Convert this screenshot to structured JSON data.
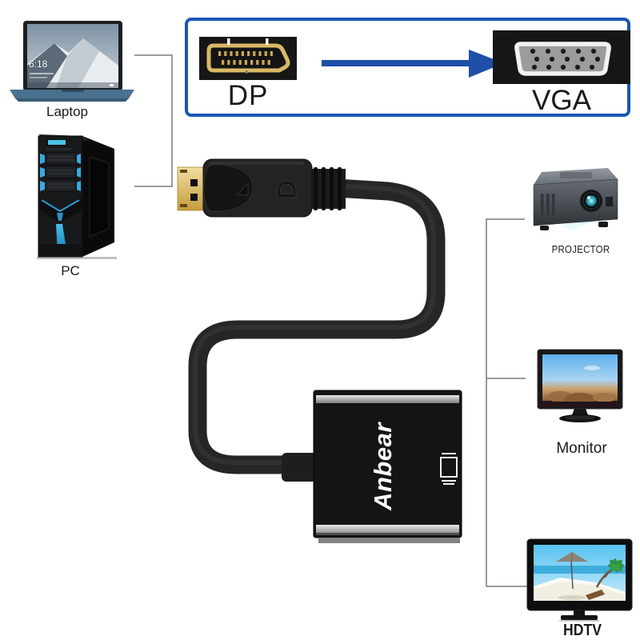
{
  "banner": {
    "source_label": "DP",
    "target_label": "VGA"
  },
  "sources": {
    "laptop_label": "Laptop",
    "laptop_screen_time": "6:18",
    "pc_label": "PC"
  },
  "adapter": {
    "brand": "Anbear"
  },
  "outputs": {
    "projector_label": "PROJECTOR",
    "monitor_label": "Monitor",
    "hdtv_label": "HDTV"
  },
  "colors": {
    "banner_border_blue": "#1a56af",
    "arrow_blue": "#1d4fa6",
    "connector_gold": "#d9b964",
    "pc_accent_blue": "#38a8e0",
    "lens_glow_teal": "#54d4e4",
    "bracket_line_gray": "#8f8f8f",
    "device_black": "#1a1a1a"
  }
}
